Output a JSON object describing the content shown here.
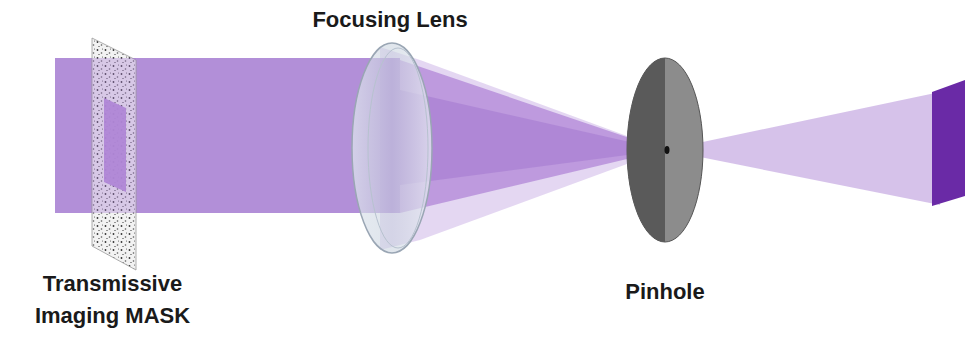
{
  "diagram": {
    "labels": [
      "Transmissive Imaging MASK",
      "Focusing Lens",
      "Pinhole"
    ]
  }
}
